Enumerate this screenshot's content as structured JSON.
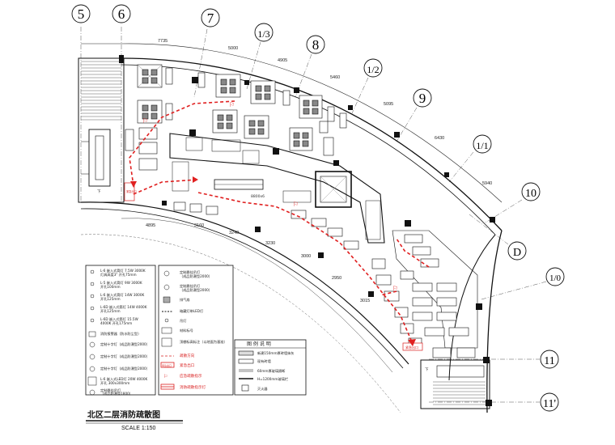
{
  "title": "北区二层消防疏散图",
  "scale": "SCALE 1:150",
  "grid_labels": [
    "5",
    "6",
    "7",
    "1/3",
    "8",
    "1/2",
    "9",
    "1/1",
    "10",
    "D",
    "1/0",
    "11",
    "11'"
  ],
  "dimensions_top": [
    "7735",
    "5000",
    "4905",
    "5460",
    "5095",
    "6430",
    "5940"
  ],
  "dimensions_inner": [
    "4895",
    "3160",
    "3240",
    "3230",
    "3000",
    "2950",
    "3015"
  ],
  "annotations": {
    "stair_down_left": "下",
    "stair_down_right": "下",
    "exit_left": "紧急出口",
    "exit_right": "紧急出口",
    "kitchen_dim": "8800x6"
  },
  "legend": {
    "heading": "图 例    说 明",
    "left_items": [
      "L-6 嵌入式筒灯 7.5W 3000K",
      "灯具高度3\" 开孔75mm",
      "L-5 嵌入式筒灯 9W 3000K",
      "开孔100mm",
      "L-6 嵌入式筒灯 14W 3000K",
      "开孔125mm",
      "L-6D 嵌入式筒灯 14W 4000K",
      "开孔125mm",
      "L-6D 嵌入式筒灯 15.5W",
      "4000K 开孔175mm",
      "消防报警器（防水防尘型）",
      "定制十字灯（成品防潮型2000）",
      "定制十字灯（成品防潮型2000）",
      "定制十字灯（成品防潮型2000）",
      "L-6 嵌入式LED灯 20W 4000K",
      "开孔 300x300mm",
      "定制悬挂吊灯",
      "（成品防潮型1800）"
    ],
    "mid_items": [
      "定制悬挂吊灯",
      "（成品防潮型2000）",
      "定制悬挂吊灯",
      "（成品防潮型2000）",
      "排气扇",
      "暗藏灯带LED灯",
      "吊灯",
      "材料标号",
      "顶棚标高标注（以地面为基准）",
      "疏散方向",
      "紧急出口",
      "应急疏散指示",
      "消防疏散指示灯"
    ],
    "right_items": [
      "新建150mm厚砖墙抹灰",
      "现有砖墙",
      "60mm厚玻璃隔断",
      "H=1200mm玻璃栏",
      "灭火器"
    ],
    "exit_box": "紧急出口"
  }
}
